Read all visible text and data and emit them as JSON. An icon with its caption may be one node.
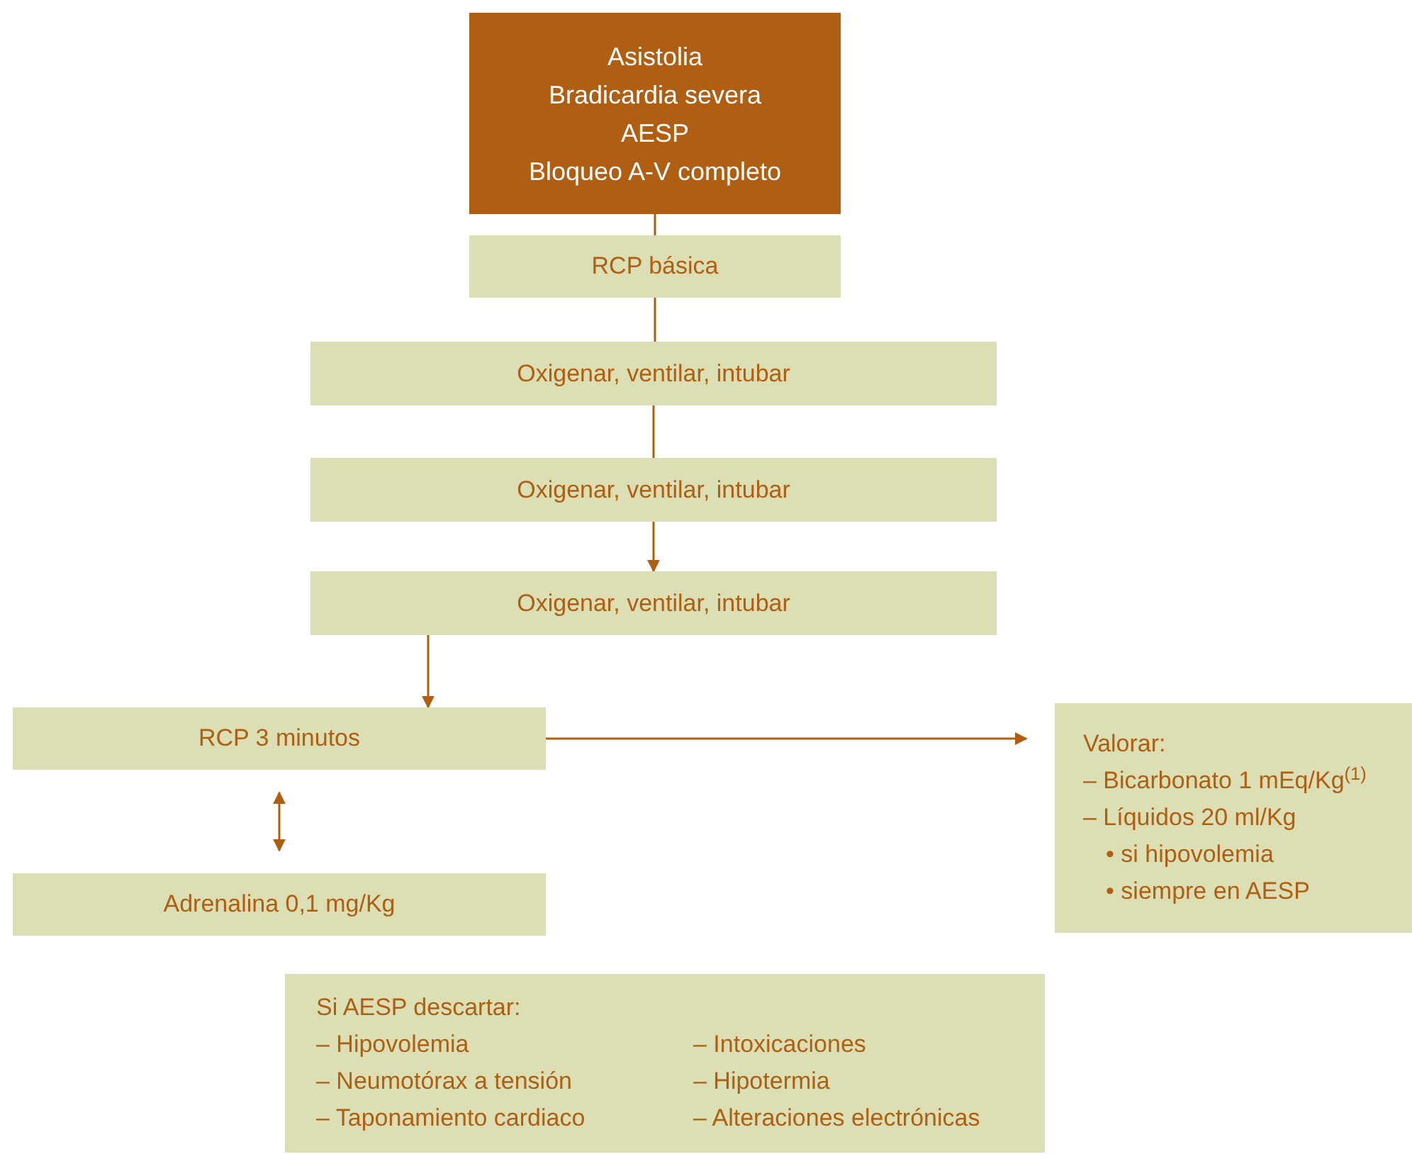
{
  "diagram": {
    "nodes": [
      {
        "text": [
          "Asistolia",
          "Bradicardia severa",
          "AESP",
          "Bloqueo A-V completo"
        ]
      },
      {
        "text": [
          "RCP básica"
        ]
      },
      {
        "text": [
          "Oxigenar, ventilar, intubar"
        ]
      },
      {
        "text": [
          "Oxigenar, ventilar, intubar"
        ]
      },
      {
        "text": [
          "Oxigenar, ventilar, intubar"
        ]
      },
      {
        "text": [
          "RCP 3 minutos"
        ]
      },
      {
        "text": [
          "Adrenalina 0,1 mg/Kg"
        ]
      },
      {
        "text": [
          "Valorar:",
          "– Bicarbonato 1 mEq/Kg$^{(1)}$",
          "– Líquidos 20 ml/Kg",
          "• si hipovolemia",
          "• siempre en AESP"
        ]
      },
      {
        "text": [
          "Si AESP descartar:",
          "– Hipovolemia",
          "– Neumotórax a tensión",
          "– Taponamiento cardiaco",
          "– Intoxicaciones",
          "– Hipotermia",
          "– Alteraciones electrónicas"
        ]
      }
    ],
    "edges": [
      {
        "from": 0,
        "to": 1,
        "arrow": "none"
      },
      {
        "from": 1,
        "to": 2,
        "arrow": "none"
      },
      {
        "from": 2,
        "to": 3,
        "arrow": "none"
      },
      {
        "from": 3,
        "to": 4,
        "arrow": "to"
      },
      {
        "from": 4,
        "to": 5,
        "arrow": "to"
      },
      {
        "from": 5,
        "to": 7,
        "arrow": "to"
      },
      {
        "from": 5,
        "to": 6,
        "arrow": "both"
      }
    ]
  }
}
